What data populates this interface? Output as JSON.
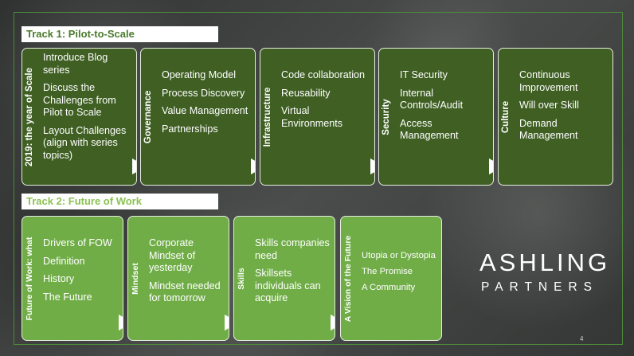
{
  "tracks": [
    {
      "label": "Track 1: Pilot-to-Scale",
      "cards": [
        {
          "title": "2019: the year of Scale",
          "items": [
            "Introduce Blog series",
            "Discuss the Challenges from Pilot to Scale",
            "Layout Challenges (align with series topics)"
          ]
        },
        {
          "title": "Governance",
          "items": [
            "Operating Model",
            "Process Discovery",
            "Value Management",
            "Partnerships"
          ]
        },
        {
          "title": "Infrastructure",
          "items": [
            "Code collaboration",
            "Reusability",
            "Virtual Environments"
          ]
        },
        {
          "title": "Security",
          "items": [
            "IT Security",
            "Internal Controls/Audit",
            "Access Management"
          ]
        },
        {
          "title": "Culture",
          "items": [
            "Continuous Improvement",
            "Will over Skill",
            "Demand Management"
          ]
        }
      ]
    },
    {
      "label": "Track 2: Future of Work",
      "cards": [
        {
          "title": "Future of Work: what",
          "items": [
            "Drivers of FOW",
            "Definition",
            "History",
            "The Future"
          ]
        },
        {
          "title": "Mindset",
          "items": [
            "Corporate Mindset of yesterday",
            "Mindset needed for tomorrow"
          ]
        },
        {
          "title": "Skills",
          "items": [
            "Skills companies need",
            "Skillsets individuals can acquire"
          ]
        },
        {
          "title": "A Vision of the Future",
          "items": [
            "Utopia or Dystopia",
            "The Promise",
            "A Community"
          ]
        }
      ]
    }
  ],
  "logo": {
    "line1": "ASHLING",
    "line2": "PARTNERS"
  },
  "page_number": "4",
  "colors": {
    "dark_card": "#3f5f23",
    "light_card": "#70ad47",
    "track1_text": "#4a7a2c",
    "track2_text": "#8cc152"
  }
}
